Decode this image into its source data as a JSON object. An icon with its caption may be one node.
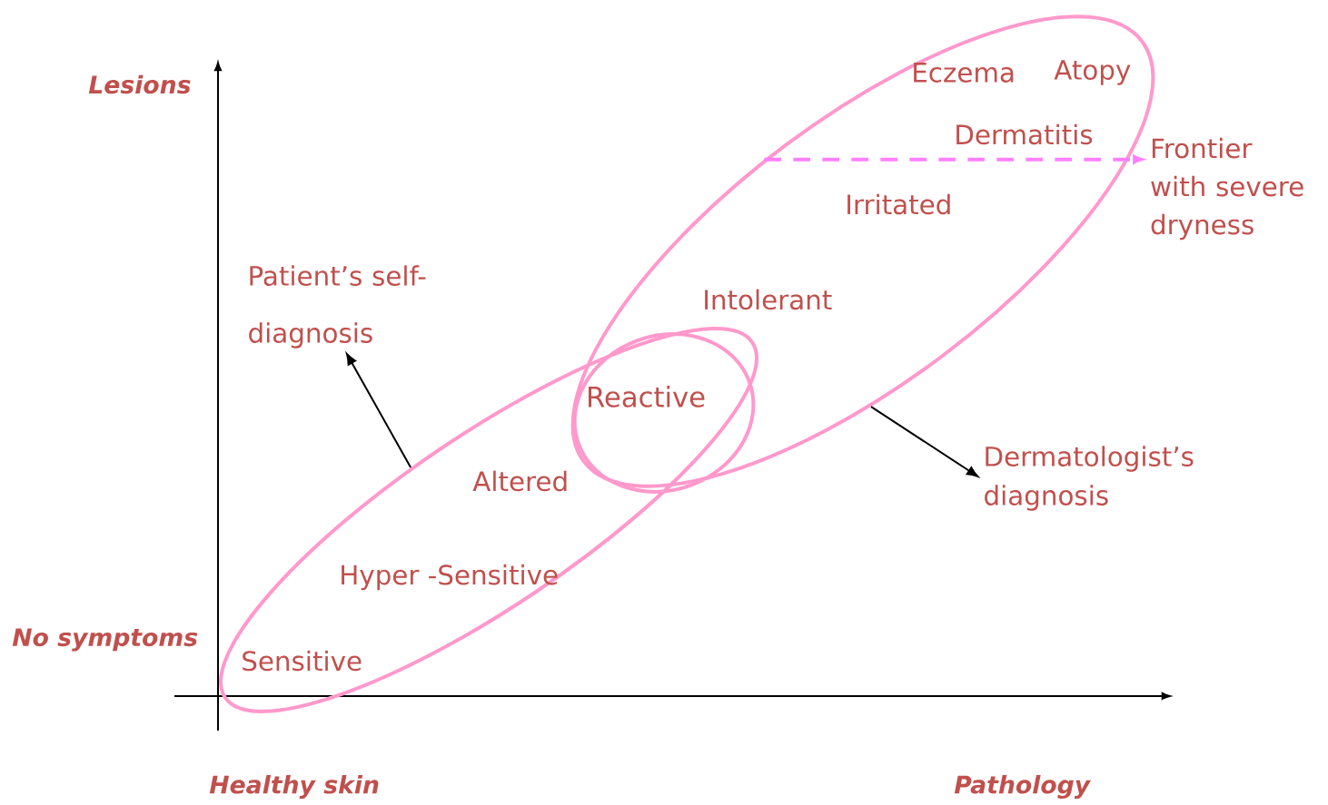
{
  "diagram": {
    "nodes": [
      {
        "text": [],
        "shape": "ellipse"
      },
      {
        "text": [],
        "shape": "ellipse"
      },
      {
        "text": [
          "Reactive"
        ]
      },
      {
        "text": [
          "Patient’s self-diagnosis"
        ]
      },
      {
        "text": [
          "Dermatologist’s diagnosis"
        ]
      },
      {
        "text": [
          "Frontier with severe dryness"
        ]
      }
    ],
    "edges": [
      {
        "from": 1,
        "to": 3,
        "arrow": "to"
      },
      {
        "from": 0,
        "to": 4,
        "arrow": "to"
      },
      {
        "from": 0,
        "to": 5,
        "arrow": "to",
        "style": "dashed",
        "color": "#ff80ff"
      }
    ],
    "labels": [
      "Lesions",
      "Eczema",
      "Atopy",
      "Dermatitis",
      "Irritated",
      "Intolerant",
      "Altered",
      "Hyper -Sensitive",
      "No symptoms",
      "Sensitive",
      "Healthy skin",
      "Pathology"
    ]
  }
}
